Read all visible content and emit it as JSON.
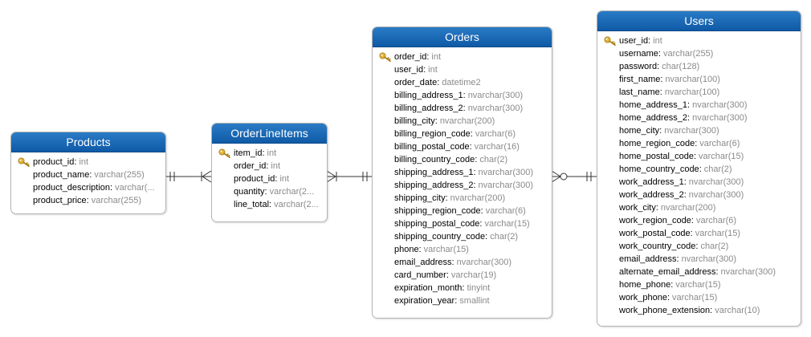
{
  "entities": {
    "products": {
      "title": "Products",
      "columns": [
        {
          "name": "product_id",
          "type": "int",
          "pk": true
        },
        {
          "name": "product_name",
          "type": "varchar(255)"
        },
        {
          "name": "product_description",
          "type": "varchar(..."
        },
        {
          "name": "product_price",
          "type": "varchar(255)"
        }
      ]
    },
    "orderlineitems": {
      "title": "OrderLineItems",
      "columns": [
        {
          "name": "item_id",
          "type": "int",
          "pk": true
        },
        {
          "name": "order_id",
          "type": "int"
        },
        {
          "name": "product_id",
          "type": "int"
        },
        {
          "name": "quantity",
          "type": "varchar(2..."
        },
        {
          "name": "line_total",
          "type": "varchar(2..."
        }
      ]
    },
    "orders": {
      "title": "Orders",
      "columns": [
        {
          "name": "order_id",
          "type": "int",
          "pk": true
        },
        {
          "name": "user_id",
          "type": "int"
        },
        {
          "name": "order_date",
          "type": "datetime2"
        },
        {
          "name": "billing_address_1",
          "type": "nvarchar(300)"
        },
        {
          "name": "billing_address_2",
          "type": "nvarchar(300)"
        },
        {
          "name": "billing_city",
          "type": "nvarchar(200)"
        },
        {
          "name": "billing_region_code",
          "type": "varchar(6)"
        },
        {
          "name": "billing_postal_code",
          "type": "varchar(16)"
        },
        {
          "name": "billing_country_code",
          "type": "char(2)"
        },
        {
          "name": "shipping_address_1",
          "type": "nvarchar(300)"
        },
        {
          "name": "shipping_address_2",
          "type": "nvarchar(300)"
        },
        {
          "name": "shipping_city",
          "type": "nvarchar(200)"
        },
        {
          "name": "shipping_region_code",
          "type": "varchar(6)"
        },
        {
          "name": "shipping_postal_code",
          "type": "varchar(15)"
        },
        {
          "name": "shipping_country_code",
          "type": "char(2)"
        },
        {
          "name": "phone",
          "type": "varchar(15)"
        },
        {
          "name": "email_address",
          "type": "nvarchar(300)"
        },
        {
          "name": "card_number",
          "type": "varchar(19)"
        },
        {
          "name": "expiration_month",
          "type": "tinyint"
        },
        {
          "name": "expiration_year",
          "type": "smallint"
        }
      ]
    },
    "users": {
      "title": "Users",
      "columns": [
        {
          "name": "user_id",
          "type": "int",
          "pk": true
        },
        {
          "name": "username",
          "type": "varchar(255)"
        },
        {
          "name": "password",
          "type": "char(128)"
        },
        {
          "name": "first_name",
          "type": "nvarchar(100)"
        },
        {
          "name": "last_name",
          "type": "nvarchar(100)"
        },
        {
          "name": "home_address_1",
          "type": "nvarchar(300)"
        },
        {
          "name": "home_address_2",
          "type": "nvarchar(300)"
        },
        {
          "name": "home_city",
          "type": "nvarchar(300)"
        },
        {
          "name": "home_region_code",
          "type": "varchar(6)"
        },
        {
          "name": "home_postal_code",
          "type": "varchar(15)"
        },
        {
          "name": "home_country_code",
          "type": "char(2)"
        },
        {
          "name": "work_address_1",
          "type": "nvarchar(300)"
        },
        {
          "name": "work_address_2",
          "type": "nvarchar(300)"
        },
        {
          "name": "work_city",
          "type": "nvarchar(200)"
        },
        {
          "name": "work_region_code",
          "type": "varchar(6)"
        },
        {
          "name": "work_postal_code",
          "type": "varchar(15)"
        },
        {
          "name": "work_country_code",
          "type": "char(2)"
        },
        {
          "name": "email_address",
          "type": "nvarchar(300)"
        },
        {
          "name": "alternate_email_address",
          "type": "nvarchar(300)"
        },
        {
          "name": "home_phone",
          "type": "varchar(15)"
        },
        {
          "name": "work_phone",
          "type": "varchar(15)"
        },
        {
          "name": "work_phone_extension",
          "type": "varchar(10)"
        }
      ]
    }
  },
  "relationships": [
    {
      "from": "Products",
      "to": "OrderLineItems",
      "from_end": "one-and-only-one",
      "to_end": "one-or-many"
    },
    {
      "from": "OrderLineItems",
      "to": "Orders",
      "from_end": "one-or-many",
      "to_end": "one-and-only-one"
    },
    {
      "from": "Orders",
      "to": "Users",
      "from_end": "zero-or-many",
      "to_end": "one-and-only-one"
    }
  ],
  "colors": {
    "header_top": "#2a7bc6",
    "header_bottom": "#0f5aa6",
    "type_text": "#8a8a8a",
    "key_icon": "#e2b23a"
  },
  "icons": {
    "primary_key": "key-icon"
  }
}
